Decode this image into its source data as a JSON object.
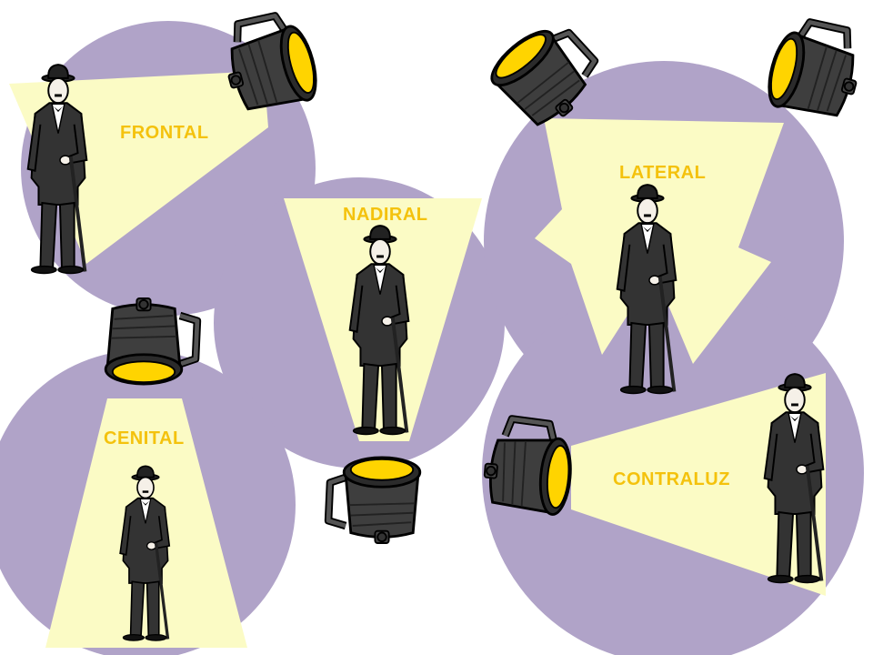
{
  "labels": {
    "frontal": "FRONTAL",
    "nadiral": "NADIRAL",
    "lateral": "LATERAL",
    "cenital": "CENITAL",
    "contraluz": "CONTRALUZ"
  },
  "colors": {
    "circle": "#b0a3c8",
    "beam": "#fbfbc5",
    "label": "#f4c20d",
    "lamp_body": "#3e3e3e",
    "lamp_lens": "#ffd400",
    "outline": "#000000",
    "suit": "#333333",
    "shirt": "#ffffff"
  },
  "icons": {
    "lamp": "spotlight-icon",
    "figure": "chaplin-figure-icon"
  }
}
